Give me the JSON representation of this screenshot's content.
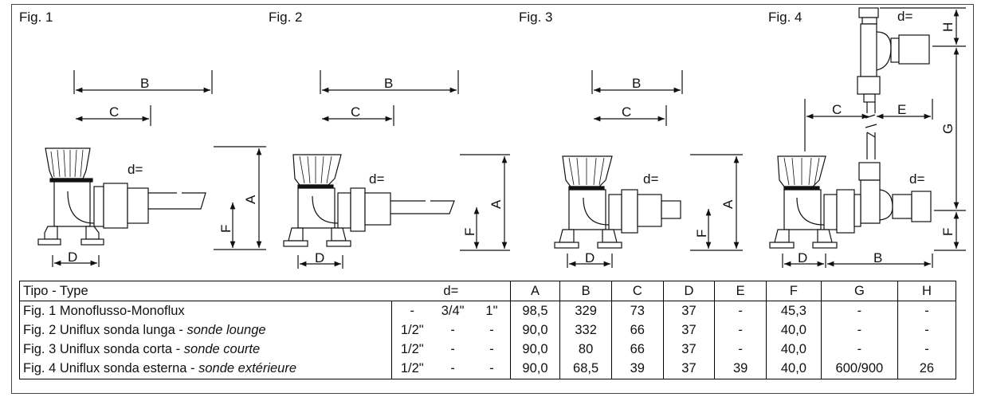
{
  "figures": {
    "fig1": "Fig. 1",
    "fig2": "Fig. 2",
    "fig3": "Fig. 3",
    "fig4": "Fig. 4"
  },
  "dimension_letters": {
    "A": "A",
    "B": "B",
    "C": "C",
    "D": "D",
    "E": "E",
    "F": "F",
    "G": "G",
    "H": "H",
    "d": "d="
  },
  "table": {
    "headers": {
      "type": "Tipo - Type",
      "d": "d=",
      "A": "A",
      "B": "B",
      "C": "C",
      "D": "D",
      "E": "E",
      "F": "F",
      "G": "G",
      "H": "H"
    },
    "rows": [
      {
        "name": "Fig. 1 Monoflusso-Monoflux",
        "name_it": "",
        "d1": "-",
        "d2": "3/4\"",
        "d3": "1\"",
        "A": "98,5",
        "B": "329",
        "C": "73",
        "D": "37",
        "E": "-",
        "F": "45,3",
        "G": "-",
        "H": "-"
      },
      {
        "name": "Fig. 2 Uniflux sonda lunga - ",
        "name_it": "sonde lounge",
        "d1": "1/2\"",
        "d2": "-",
        "d3": "-",
        "A": "90,0",
        "B": "332",
        "C": "66",
        "D": "37",
        "E": "-",
        "F": "40,0",
        "G": "-",
        "H": "-"
      },
      {
        "name": "Fig. 3 Uniflux sonda corta - ",
        "name_it": "sonde courte",
        "d1": "1/2\"",
        "d2": "-",
        "d3": "-",
        "A": "90,0",
        "B": "80",
        "C": "66",
        "D": "37",
        "E": "-",
        "F": "40,0",
        "G": "-",
        "H": "-"
      },
      {
        "name": "Fig. 4 Uniflux sonda esterna - ",
        "name_it": "sonde extérieure",
        "d1": "1/2\"",
        "d2": "-",
        "d3": "-",
        "A": "90,0",
        "B": "68,5",
        "C": "39",
        "D": "37",
        "E": "39",
        "F": "40,0",
        "G": "600/900",
        "H": "26"
      }
    ]
  }
}
